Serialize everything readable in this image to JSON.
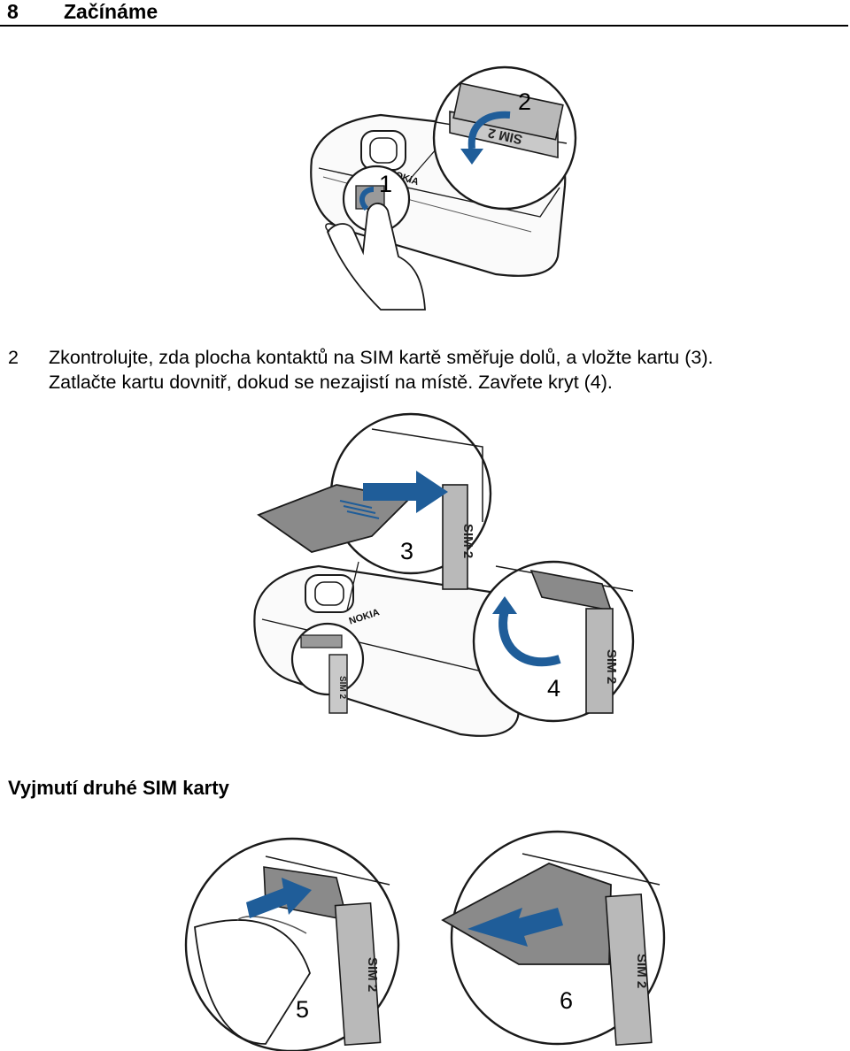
{
  "header": {
    "page_number": "8",
    "chapter_title": "Začínáme"
  },
  "step2": {
    "number": "2",
    "line1": "Zkontrolujte, zda plocha kontaktů na SIM kartě směřuje dolů, a vložte kartu (3).",
    "line2": "Zatlačte kartu dovnitř, dokud se nezajistí na místě. Zavřete kryt (4)."
  },
  "section": {
    "heading": "Vyjmutí druhé SIM karty"
  },
  "figures": {
    "fig1": {
      "label_1": "1",
      "label_2": "2",
      "brand": "NOKIA",
      "sim_text": "SIM 2"
    },
    "fig2": {
      "label_3": "3",
      "label_4": "4",
      "brand": "NOKIA",
      "sim_text": "SIM 2"
    },
    "fig3": {
      "label_5": "5",
      "label_6": "6",
      "sim_text": "SIM 2"
    }
  },
  "colors": {
    "arrow_blue": "#1f5d99",
    "card_gray": "#8a8a8a",
    "tray_gray": "#b9b9b9",
    "outline": "#1a1a1a"
  }
}
